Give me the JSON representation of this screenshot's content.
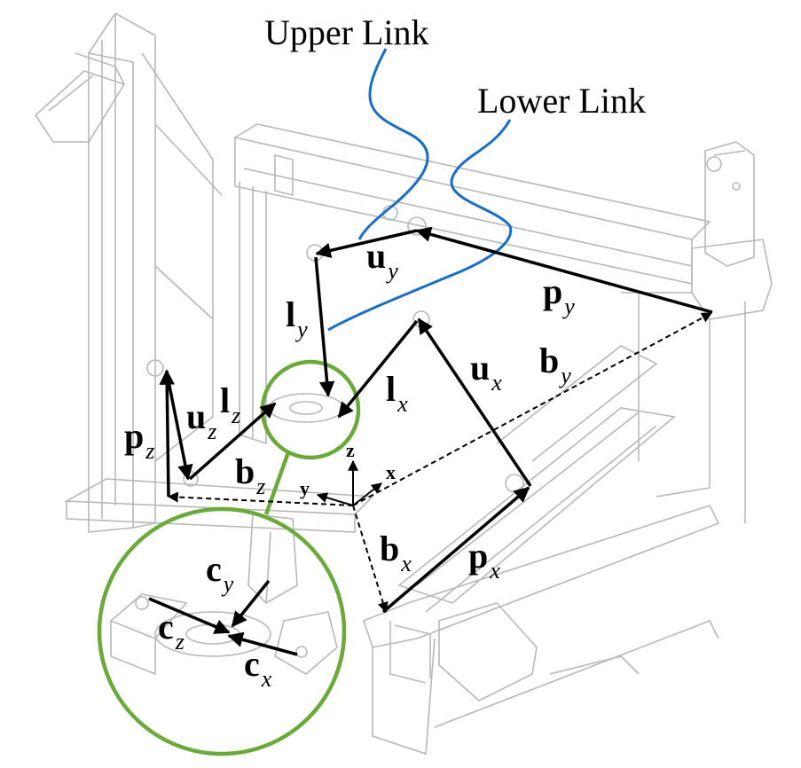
{
  "callouts": {
    "upper_link": "Upper Link",
    "lower_link": "Lower Link"
  },
  "vectors": {
    "uy": {
      "base": "u",
      "sub": "y"
    },
    "ly": {
      "base": "l",
      "sub": "y"
    },
    "py": {
      "base": "p",
      "sub": "y"
    },
    "by": {
      "base": "b",
      "sub": "y"
    },
    "ux": {
      "base": "u",
      "sub": "x"
    },
    "lx": {
      "base": "l",
      "sub": "x"
    },
    "px": {
      "base": "p",
      "sub": "x"
    },
    "bx": {
      "base": "b",
      "sub": "x"
    },
    "uz": {
      "base": "u",
      "sub": "z"
    },
    "lz": {
      "base": "l",
      "sub": "z"
    },
    "pz": {
      "base": "p",
      "sub": "z"
    },
    "bz": {
      "base": "b",
      "sub": "z"
    },
    "cy": {
      "base": "c",
      "sub": "y"
    },
    "cz": {
      "base": "c",
      "sub": "z"
    },
    "cx": {
      "base": "c",
      "sub": "x"
    }
  },
  "axes": {
    "x": "x",
    "y": "y",
    "z": "z"
  },
  "colors": {
    "callout_line": "#1a6fc0",
    "inset_circle": "#6aaa3a",
    "vector": "#000000",
    "frame": "#b8b8b8"
  }
}
